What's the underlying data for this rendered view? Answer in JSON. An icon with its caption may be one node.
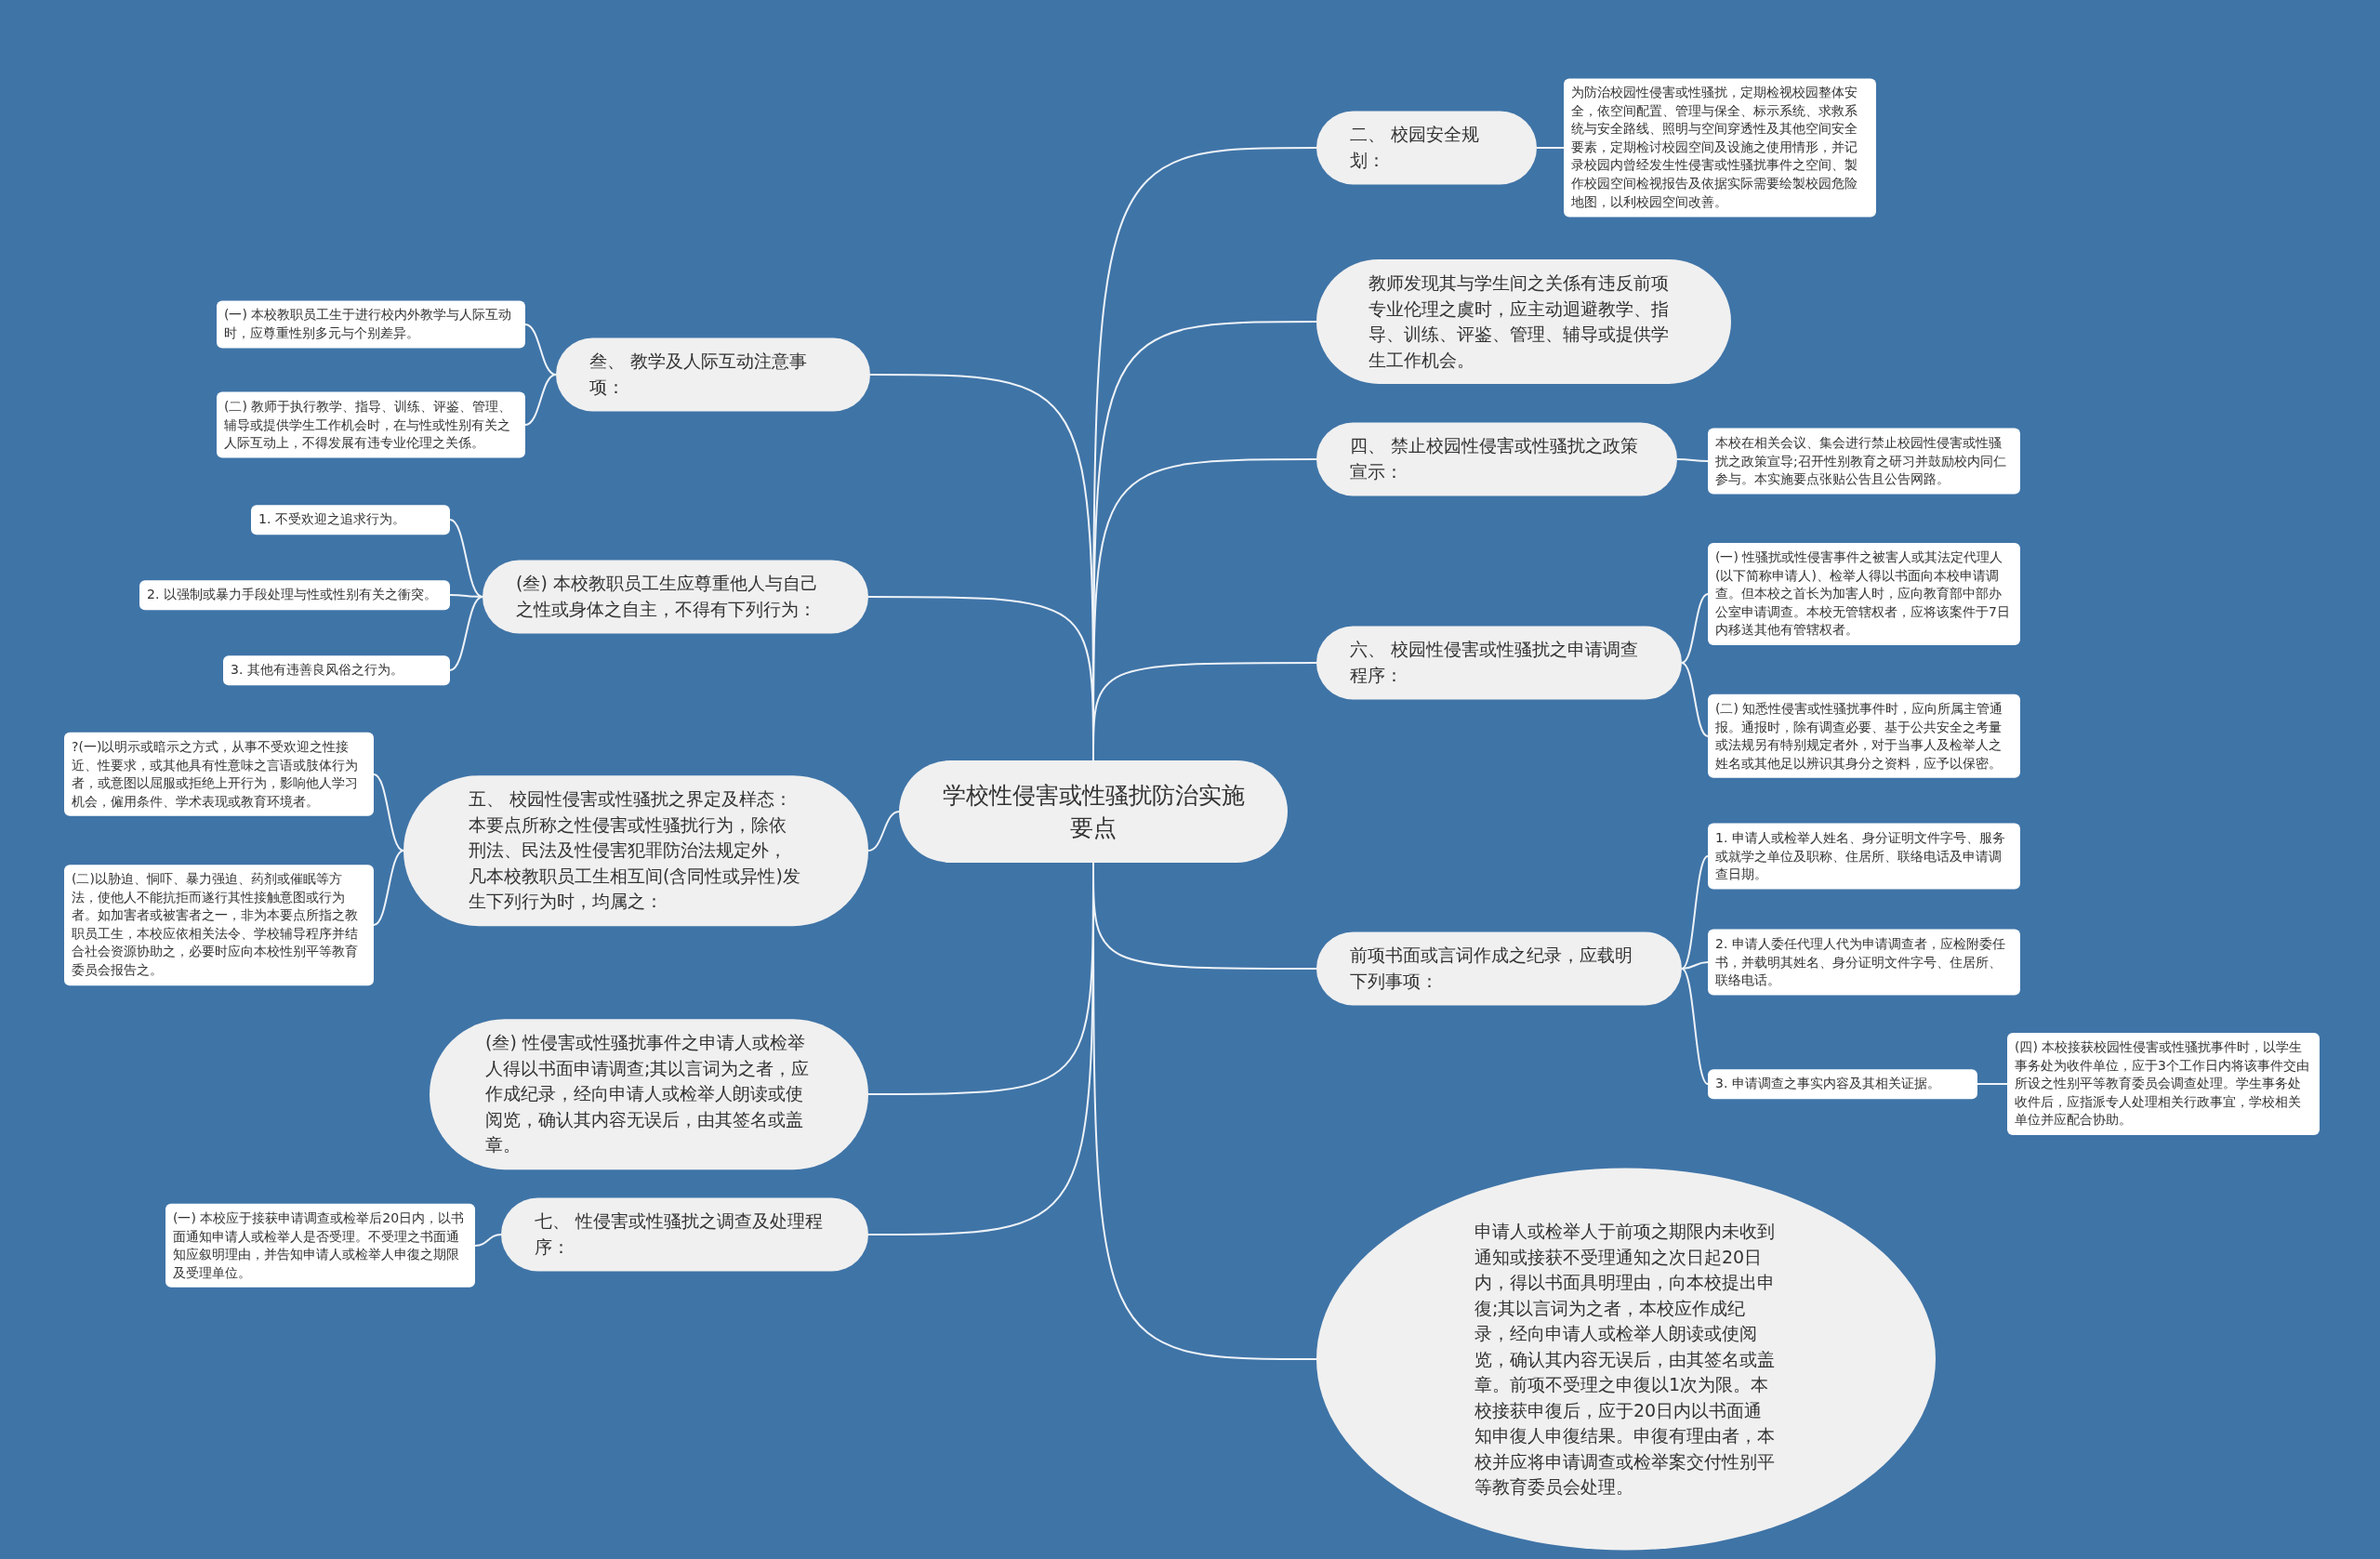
{
  "diagram": {
    "nodes": [
      {
        "text": [
          "学校性侵害或性骚扰防治实施要点"
        ]
      },
      {
        "text": [
          "二、 校园安全规划："
        ]
      },
      {
        "text": [
          "为防治校园性侵害或性骚扰，定期检视校园整体安全，依空间配置、管理与保全、标示系统、求救系统与安全路线、照明与空间穿透性及其他空间安全要素，定期检讨校园空间及设施之使用情形，并记录校园内曾经发生性侵害或性骚扰事件之空间、製作校园空间检视报告及依据实际需要绘製校园危险地图，以利校园空间改善。"
        ]
      },
      {
        "text": [
          "教师发现其与学生间之关係有违反前项专业伦理之虞时，应主动迴避教学、指导、训练、评鉴、管理、辅导或提供学生工作机会。"
        ]
      },
      {
        "text": [
          "四、 禁止校园性侵害或性骚扰之政策宣示："
        ]
      },
      {
        "text": [
          "本校在相关会议、集会进行禁止校园性侵害或性骚扰之政策宣导;召开性别教育之研习并鼓励校内同仁参与。本实施要点张贴公告且公告网路。"
        ]
      },
      {
        "text": [
          "六、 校园性侵害或性骚扰之申请调查程序："
        ]
      },
      {
        "text": [
          "(一) 性骚扰或性侵害事件之被害人或其法定代理人(以下简称申请人)、检举人得以书面向本校申请调查。但本校之首长为加害人时，应向教育部中部办公室申请调查。本校无管辖权者，应将该案件于7日内移送其他有管辖权者。"
        ]
      },
      {
        "text": [
          "(二) 知悉性侵害或性骚扰事件时，应向所属主管通报。通报时，除有调查必要、基于公共安全之考量或法规另有特别规定者外，对于当事人及检举人之姓名或其他足以辨识其身分之资料，应予以保密。"
        ]
      },
      {
        "text": [
          "前项书面或言词作成之纪录，应载明下列事项："
        ]
      },
      {
        "text": [
          "1. 申请人或检举人姓名、身分证明文件字号、服务或就学之单位及职称、住居所、联络电话及申请调查日期。"
        ]
      },
      {
        "text": [
          "2. 申请人委任代理人代为申请调查者，应检附委任书，并载明其姓名、身分证明文件字号、住居所、联络电话。"
        ]
      },
      {
        "text": [
          "3. 申请调查之事实内容及其相关证据。"
        ]
      },
      {
        "text": [
          "(四) 本校接获校园性侵害或性骚扰事件时，以学生事务处为收件单位，应于3个工作日内将该事件交由所设之性别平等教育委员会调查处理。学生事务处收件后，应指派专人处理相关行政事宜，学校相关单位并应配合协助。"
        ]
      },
      {
        "text": [
          "申请人或检举人于前项之期限内未收到通知或接获不受理通知之次日起20日内，得以书面具明理由，向本校提出申復;其以言词为之者，本校应作成纪录，经向申请人或检举人朗读或使阅览，确认其内容无误后，由其签名或盖章。前项不受理之申復以1次为限。本校接获申復后，应于20日内以书面通知申復人申復结果。申復有理由者，本校并应将申请调查或检举案交付性别平等教育委员会处理。"
        ]
      },
      {
        "text": [
          "叁、 教学及人际互动注意事项："
        ]
      },
      {
        "text": [
          "(一) 本校教职员工生于进行校内外教学与人际互动时，应尊重性别多元与个别差异。"
        ]
      },
      {
        "text": [
          "(二) 教师于执行教学、指导、训练、评鉴、管理、辅导或提供学生工作机会时，在与性或性别有关之人际互动上，不得发展有违专业伦理之关係。"
        ]
      },
      {
        "text": [
          "(叁) 本校教职员工生应尊重他人与自己之性或身体之自主，不得有下列行为："
        ]
      },
      {
        "text": [
          "1. 不受欢迎之追求行为。"
        ]
      },
      {
        "text": [
          "2. 以强制或暴力手段处理与性或性别有关之衝突。"
        ]
      },
      {
        "text": [
          "3. 其他有违善良风俗之行为。"
        ]
      },
      {
        "text": [
          "五、 校园性侵害或性骚扰之界定及样态：本要点所称之性侵害或性骚扰行为，除依刑法、民法及性侵害犯罪防治法规定外，凡本校教职员工生相互间(含同性或异性)发生下列行为时，均属之："
        ]
      },
      {
        "text": [
          "?(一)以明示或暗示之方式，从事不受欢迎之性接近、性要求，或其他具有性意味之言语或肢体行为者，或意图以屈服或拒绝上开行为，影响他人学习机会，僱用条件、学术表现或教育环境者。"
        ]
      },
      {
        "text": [
          "(二)以胁迫、恫吓、暴力强迫、药剂或催眠等方法，使他人不能抗拒而遂行其性接触意图或行为者。如加害者或被害者之一，非为本要点所指之教职员工生，本校应依相关法令、学校辅导程序并结合社会资源协助之，必要时应向本校性别平等教育委员会报告之。"
        ]
      },
      {
        "text": [
          "(叁) 性侵害或性骚扰事件之申请人或检举人得以书面申请调查;其以言词为之者，应作成纪录，经向申请人或检举人朗读或使阅览，确认其内容无误后，由其签名或盖章。"
        ]
      },
      {
        "text": [
          "七、 性侵害或性骚扰之调查及处理程序："
        ]
      },
      {
        "text": [
          "(一) 本校应于接获申请调查或检举后20日内，以书面通知申请人或检举人是否受理。不受理之书面通知应叙明理由，并告知申请人或检举人申復之期限及受理单位。"
        ]
      }
    ],
    "edges": [
      {
        "from": 0,
        "to": 1,
        "arrow": "none"
      },
      {
        "from": 1,
        "to": 2,
        "arrow": "none"
      },
      {
        "from": 0,
        "to": 3,
        "arrow": "none"
      },
      {
        "from": 0,
        "to": 4,
        "arrow": "none"
      },
      {
        "from": 4,
        "to": 5,
        "arrow": "none"
      },
      {
        "from": 0,
        "to": 6,
        "arrow": "none"
      },
      {
        "from": 6,
        "to": 7,
        "arrow": "none"
      },
      {
        "from": 6,
        "to": 8,
        "arrow": "none"
      },
      {
        "from": 0,
        "to": 9,
        "arrow": "none"
      },
      {
        "from": 9,
        "to": 10,
        "arrow": "none"
      },
      {
        "from": 9,
        "to": 11,
        "arrow": "none"
      },
      {
        "from": 9,
        "to": 12,
        "arrow": "none"
      },
      {
        "from": 12,
        "to": 13,
        "arrow": "none"
      },
      {
        "from": 0,
        "to": 14,
        "arrow": "none"
      },
      {
        "from": 0,
        "to": 15,
        "arrow": "none"
      },
      {
        "from": 15,
        "to": 16,
        "arrow": "none"
      },
      {
        "from": 15,
        "to": 17,
        "arrow": "none"
      },
      {
        "from": 0,
        "to": 18,
        "arrow": "none"
      },
      {
        "from": 18,
        "to": 19,
        "arrow": "none"
      },
      {
        "from": 18,
        "to": 20,
        "arrow": "none"
      },
      {
        "from": 18,
        "to": 21,
        "arrow": "none"
      },
      {
        "from": 0,
        "to": 22,
        "arrow": "none"
      },
      {
        "from": 22,
        "to": 23,
        "arrow": "none"
      },
      {
        "from": 22,
        "to": 24,
        "arrow": "none"
      },
      {
        "from": 0,
        "to": 25,
        "arrow": "none"
      },
      {
        "from": 0,
        "to": 26,
        "arrow": "none"
      },
      {
        "from": 26,
        "to": 27,
        "arrow": "none"
      }
    ]
  }
}
